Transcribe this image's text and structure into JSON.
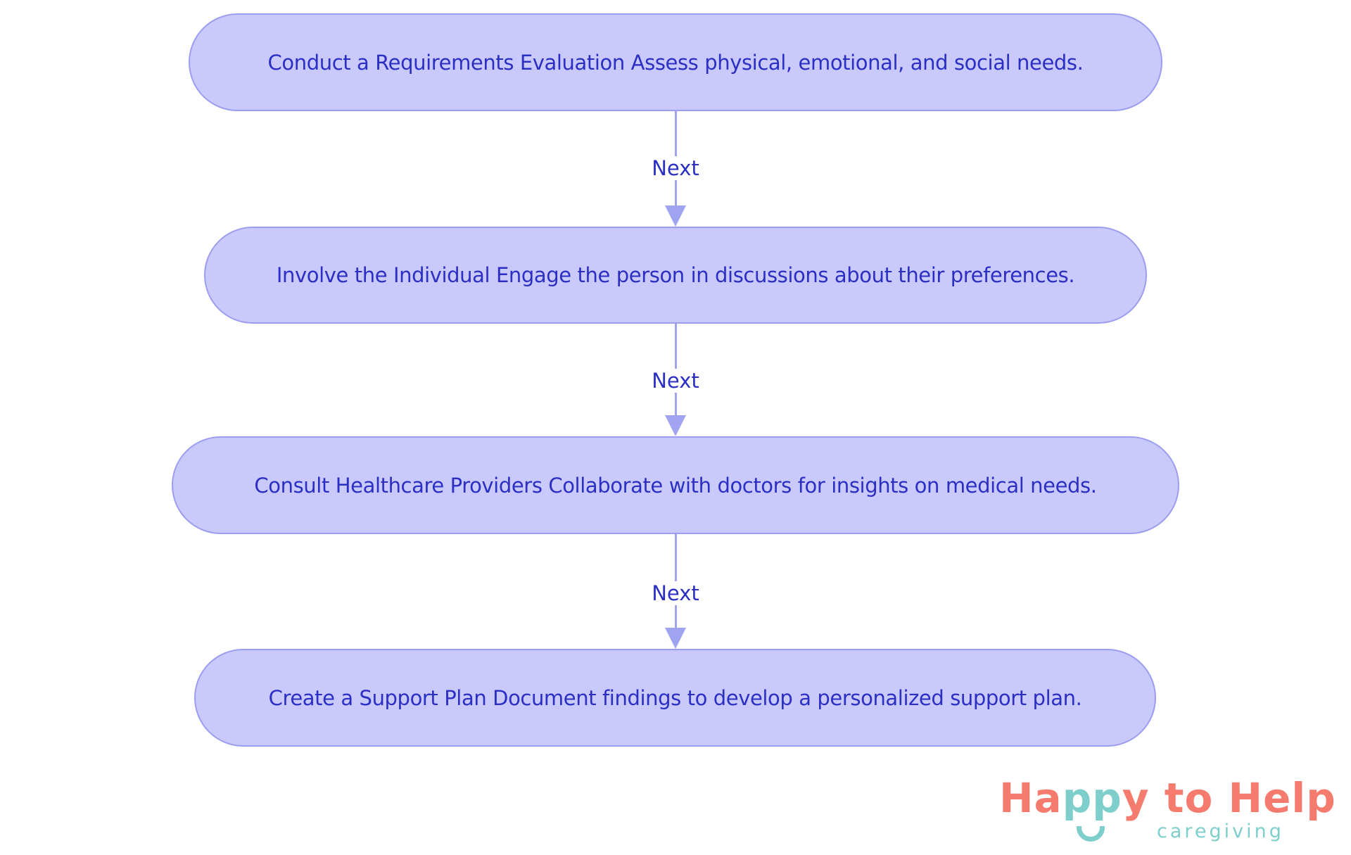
{
  "diagram": {
    "type": "flowchart",
    "direction": "top-to-bottom",
    "nodes": [
      {
        "id": "n1",
        "label": "Conduct a Requirements Evaluation Assess physical, emotional, and social needs."
      },
      {
        "id": "n2",
        "label": "Involve the Individual Engage the person in discussions about their preferences."
      },
      {
        "id": "n3",
        "label": "Consult Healthcare Providers Collaborate with doctors for insights on medical needs."
      },
      {
        "id": "n4",
        "label": "Create a Support Plan Document findings to develop a personalized support plan."
      }
    ],
    "edges": [
      {
        "from": "n1",
        "to": "n2",
        "label": "Next"
      },
      {
        "from": "n2",
        "to": "n3",
        "label": "Next"
      },
      {
        "from": "n3",
        "to": "n4",
        "label": "Next"
      }
    ]
  },
  "logo": {
    "word1_a": "Ha",
    "word1_b": "pp",
    "word1_c": "y to Help",
    "subtitle": "caregiving",
    "colors": {
      "coral": "#f47b6e",
      "teal": "#7ecfcc"
    }
  },
  "colors": {
    "node_fill": "#c9c9fb",
    "node_border": "#9b9ef0",
    "text": "#2b2fc4",
    "edge": "#a0a3f0"
  }
}
